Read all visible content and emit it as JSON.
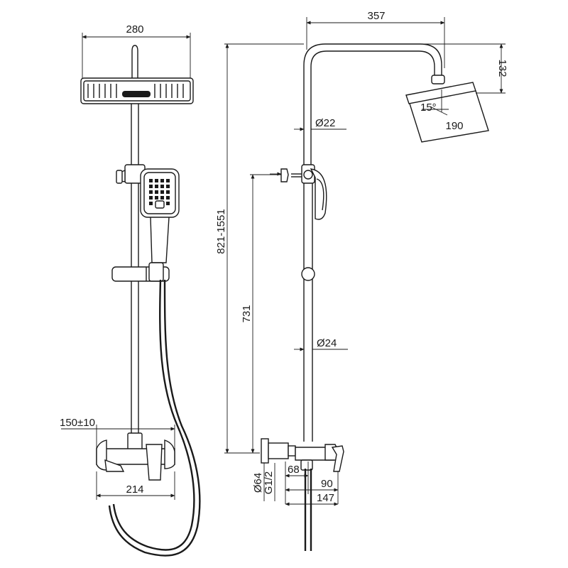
{
  "colors": {
    "line": "#1a1a1a",
    "background": "#ffffff"
  },
  "front_view": {
    "dims": {
      "head_width": "280",
      "inlet_spacing": "150±10",
      "mixer_width": "214"
    }
  },
  "side_view": {
    "dims": {
      "arm_reach": "357",
      "head_drop": "132",
      "head_tilt": "15°",
      "head_depth": "190",
      "upper_tube_dia": "Ø22",
      "lower_tube_dia": "Ø24",
      "height_range": "821-1551",
      "diverter_height": "731",
      "flange_dia": "Ø64",
      "inlet_thread": "G1/2",
      "mixer_depth_1": "68",
      "mixer_depth_2": "90",
      "mixer_depth_3": "147"
    }
  }
}
